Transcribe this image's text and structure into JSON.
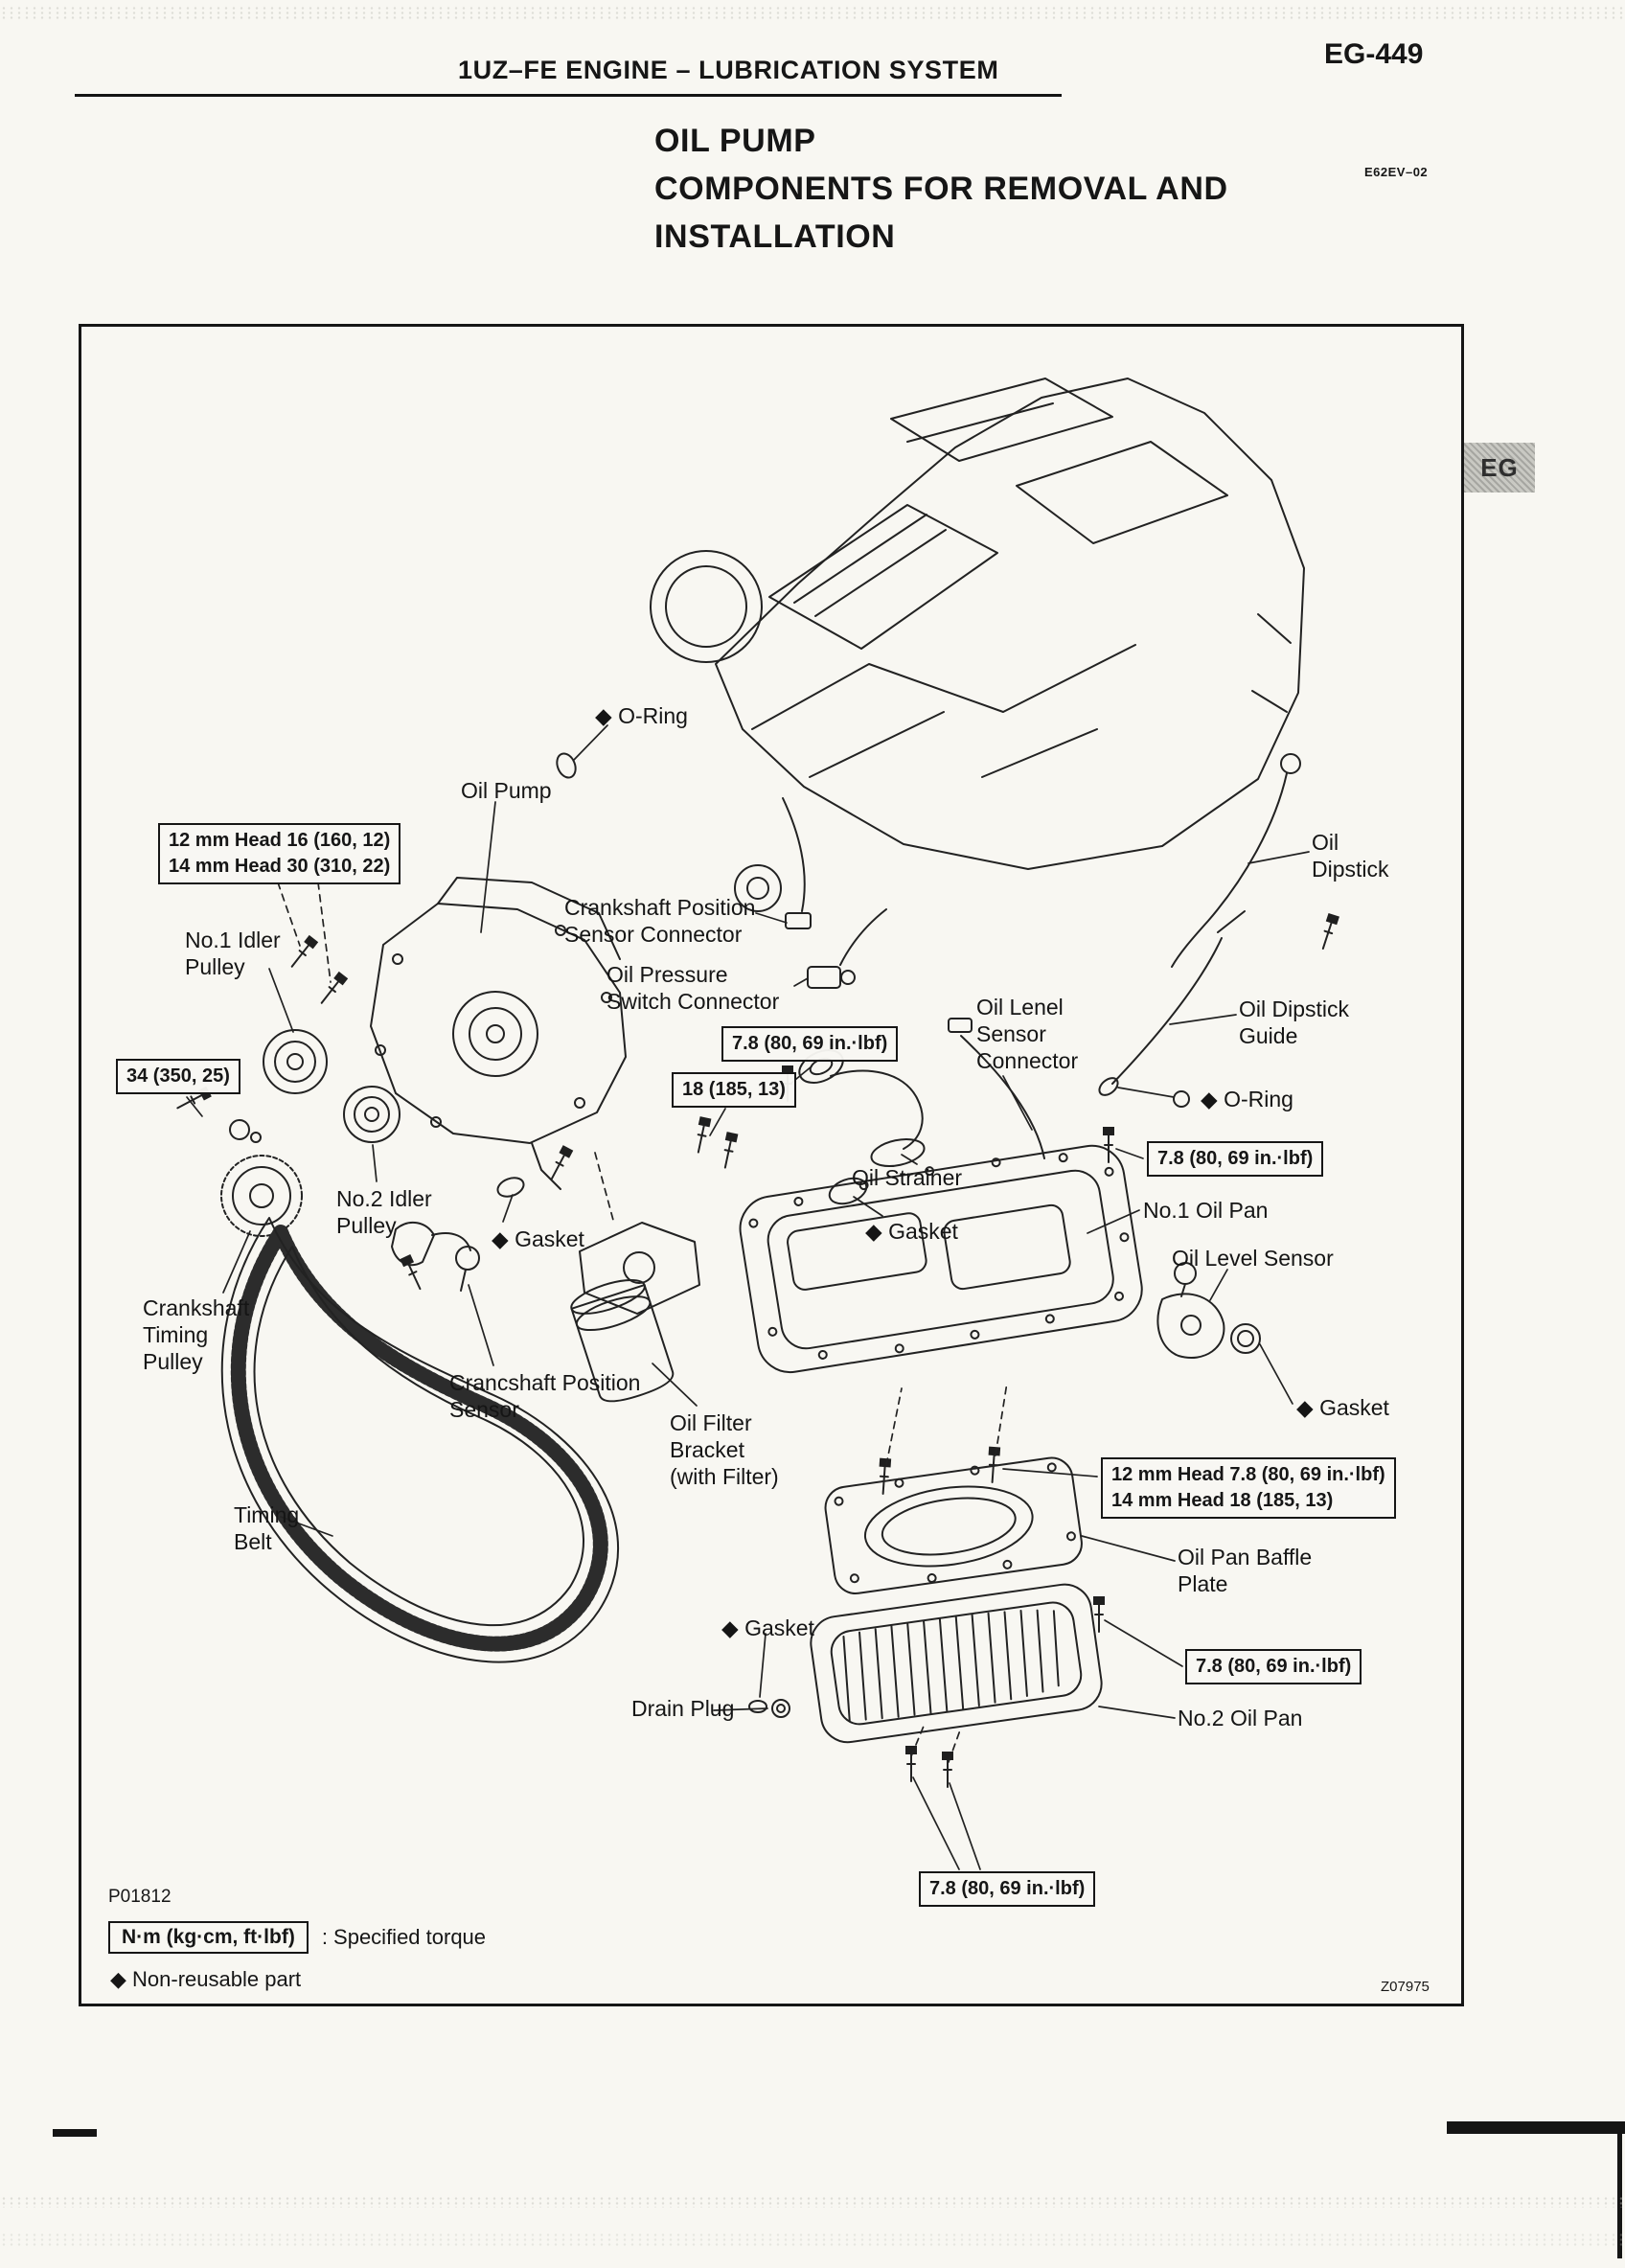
{
  "page": {
    "header_title": "1UZ–FE ENGINE  –  LUBRICATION SYSTEM",
    "page_number": "EG-449",
    "side_tab": "EG",
    "title_lines": [
      "OIL PUMP",
      "COMPONENTS FOR REMOVAL AND",
      "INSTALLATION"
    ],
    "doc_code": "E62EV–02"
  },
  "diagram": {
    "labels": {
      "o_ring": "◆ O-Ring",
      "oil_pump": "Oil Pump",
      "no1_idler_pulley": "No.1 Idler\nPulley",
      "crank_pos_sensor_connector": "Crankshaft Position\nSensor Connector",
      "oil_pressure_switch_connector": "Oil Pressure\nSwitch Connector",
      "oil_dipstick": "Oil\nDipstick",
      "oil_level_sensor_connector": "Oil Lenel\nSensor\nConnector",
      "oil_dipstick_guide": "Oil Dipstick\nGuide",
      "oil_strainer": "Oil Strainer",
      "no1_oil_pan": "No.1 Oil Pan",
      "no2_idler_pulley": "No.2 Idler\nPulley",
      "gasket": "◆ Gasket",
      "oil_level_sensor": "Oil Level Sensor",
      "crankshaft_timing_pulley": "Crankshaft\nTiming\nPulley",
      "crankshaft_position_sensor": "Crancshaft Position\nSensor",
      "oil_filter_bracket": "Oil Filter\nBracket\n(with Filter)",
      "timing_belt": "Timing\nBelt",
      "oil_pan_baffle_plate": "Oil Pan Baffle\nPlate",
      "drain_plug": "Drain Plug",
      "no2_oil_pan": "No.2 Oil Pan"
    },
    "torques": {
      "idler_head_bolts": "12 mm Head 16 (160, 12)\n14 mm Head 30 (310, 22)",
      "crank_pulley_bolt": "34 (350, 25)",
      "strainer_nuts": "18 (185, 13)",
      "small_bolts": "7.8 (80, 69 in.·lbf)",
      "oil_pan_bolts": "12 mm Head 7.8 (80, 69 in.·lbf)\n14 mm Head 18 (185, 13)"
    },
    "legend": {
      "torque_units": "N·m (kg·cm, ft·lbf)",
      "torque_meaning": ":  Specified torque",
      "non_reusable": "◆  Non-reusable part"
    },
    "codes": {
      "figure": "P01812",
      "plate": "Z07975"
    }
  }
}
